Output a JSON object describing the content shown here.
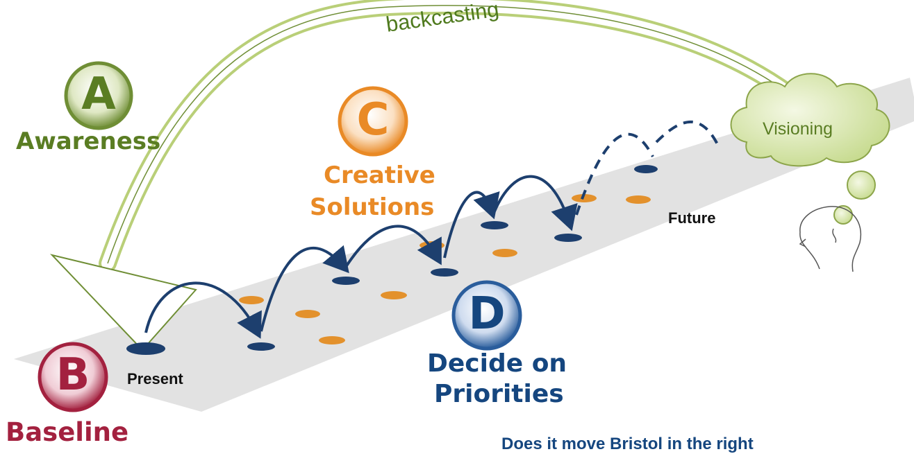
{
  "steps": {
    "a": {
      "letter": "A",
      "label": "Awareness",
      "color": "#5a7d23"
    },
    "b": {
      "letter": "B",
      "label": "Baseline",
      "color": "#a3213f"
    },
    "c": {
      "letter": "C",
      "label_line1": "Creative",
      "label_line2": "Solutions",
      "color": "#e98a26"
    },
    "d": {
      "letter": "D",
      "label_line1": "Decide on",
      "label_line2": "Priorities",
      "color": "#15467f"
    }
  },
  "arc_label": "backcasting",
  "cloud_label": "Visioning",
  "present_label": "Present",
  "future_label": "Future",
  "bottom_text": "Does it move Bristol in the right",
  "colors": {
    "path": "#e0e0e0",
    "blue_step": "#1d3f6e",
    "orange_step": "#e3912c",
    "arrow_green": "#7a9a3a",
    "cloud_fill": "#d7e6a8"
  }
}
